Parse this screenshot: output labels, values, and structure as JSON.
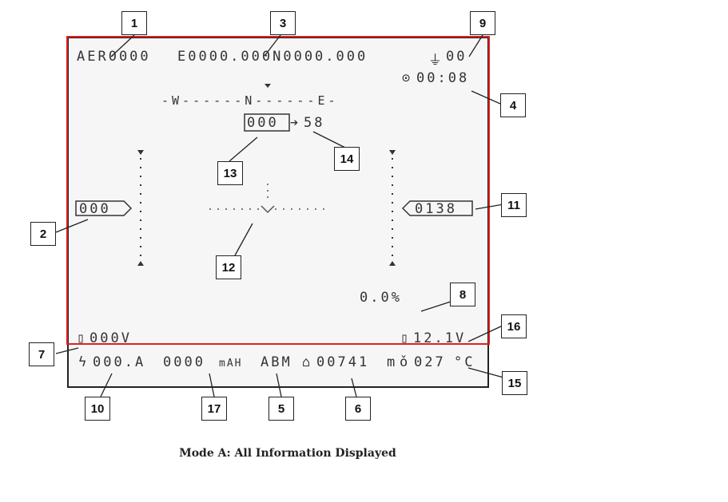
{
  "osd": {
    "aer": "AER0000",
    "gps": "E0000.000N0000.000",
    "sats": "00",
    "flight_time": "00:08",
    "compass": "-W------N------E-",
    "heading": "000",
    "heading_delta": "58",
    "speed": "000",
    "altitude": "0138",
    "throttle": "0.0%",
    "batt1": "000V",
    "batt2": "12.1V",
    "current": "000.A",
    "capacity": "0000",
    "capacity_unit": "mAH",
    "mode": "ABM",
    "home_dist": "00741",
    "home_unit": "m",
    "temperature": "027",
    "temp_unit": "°C"
  },
  "callouts": [
    "1",
    "2",
    "3",
    "4",
    "5",
    "6",
    "7",
    "8",
    "9",
    "10",
    "11",
    "12",
    "13",
    "14",
    "15",
    "16",
    "17"
  ],
  "caption": "Mode A: All Information Displayed",
  "colors": {
    "highlight": "#e02020",
    "osd_text": "#333333",
    "frame": "#222222"
  }
}
